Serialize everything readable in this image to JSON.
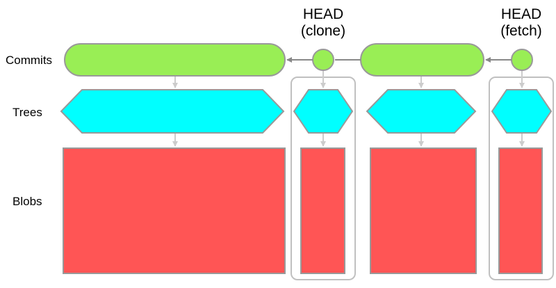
{
  "rows": {
    "commits": "Commits",
    "trees": "Trees",
    "blobs": "Blobs"
  },
  "heads": {
    "clone": {
      "line1": "HEAD",
      "line2": "(clone)"
    },
    "fetch": {
      "line1": "HEAD",
      "line2": "(fetch)"
    }
  },
  "colors": {
    "commit": "#99ee55",
    "tree": "#00ffff",
    "blob": "#ff5555",
    "outline": "#999999",
    "group_border": "#c0c0c0",
    "arrow_dark": "#888888",
    "arrow_light": "#cccccc"
  }
}
